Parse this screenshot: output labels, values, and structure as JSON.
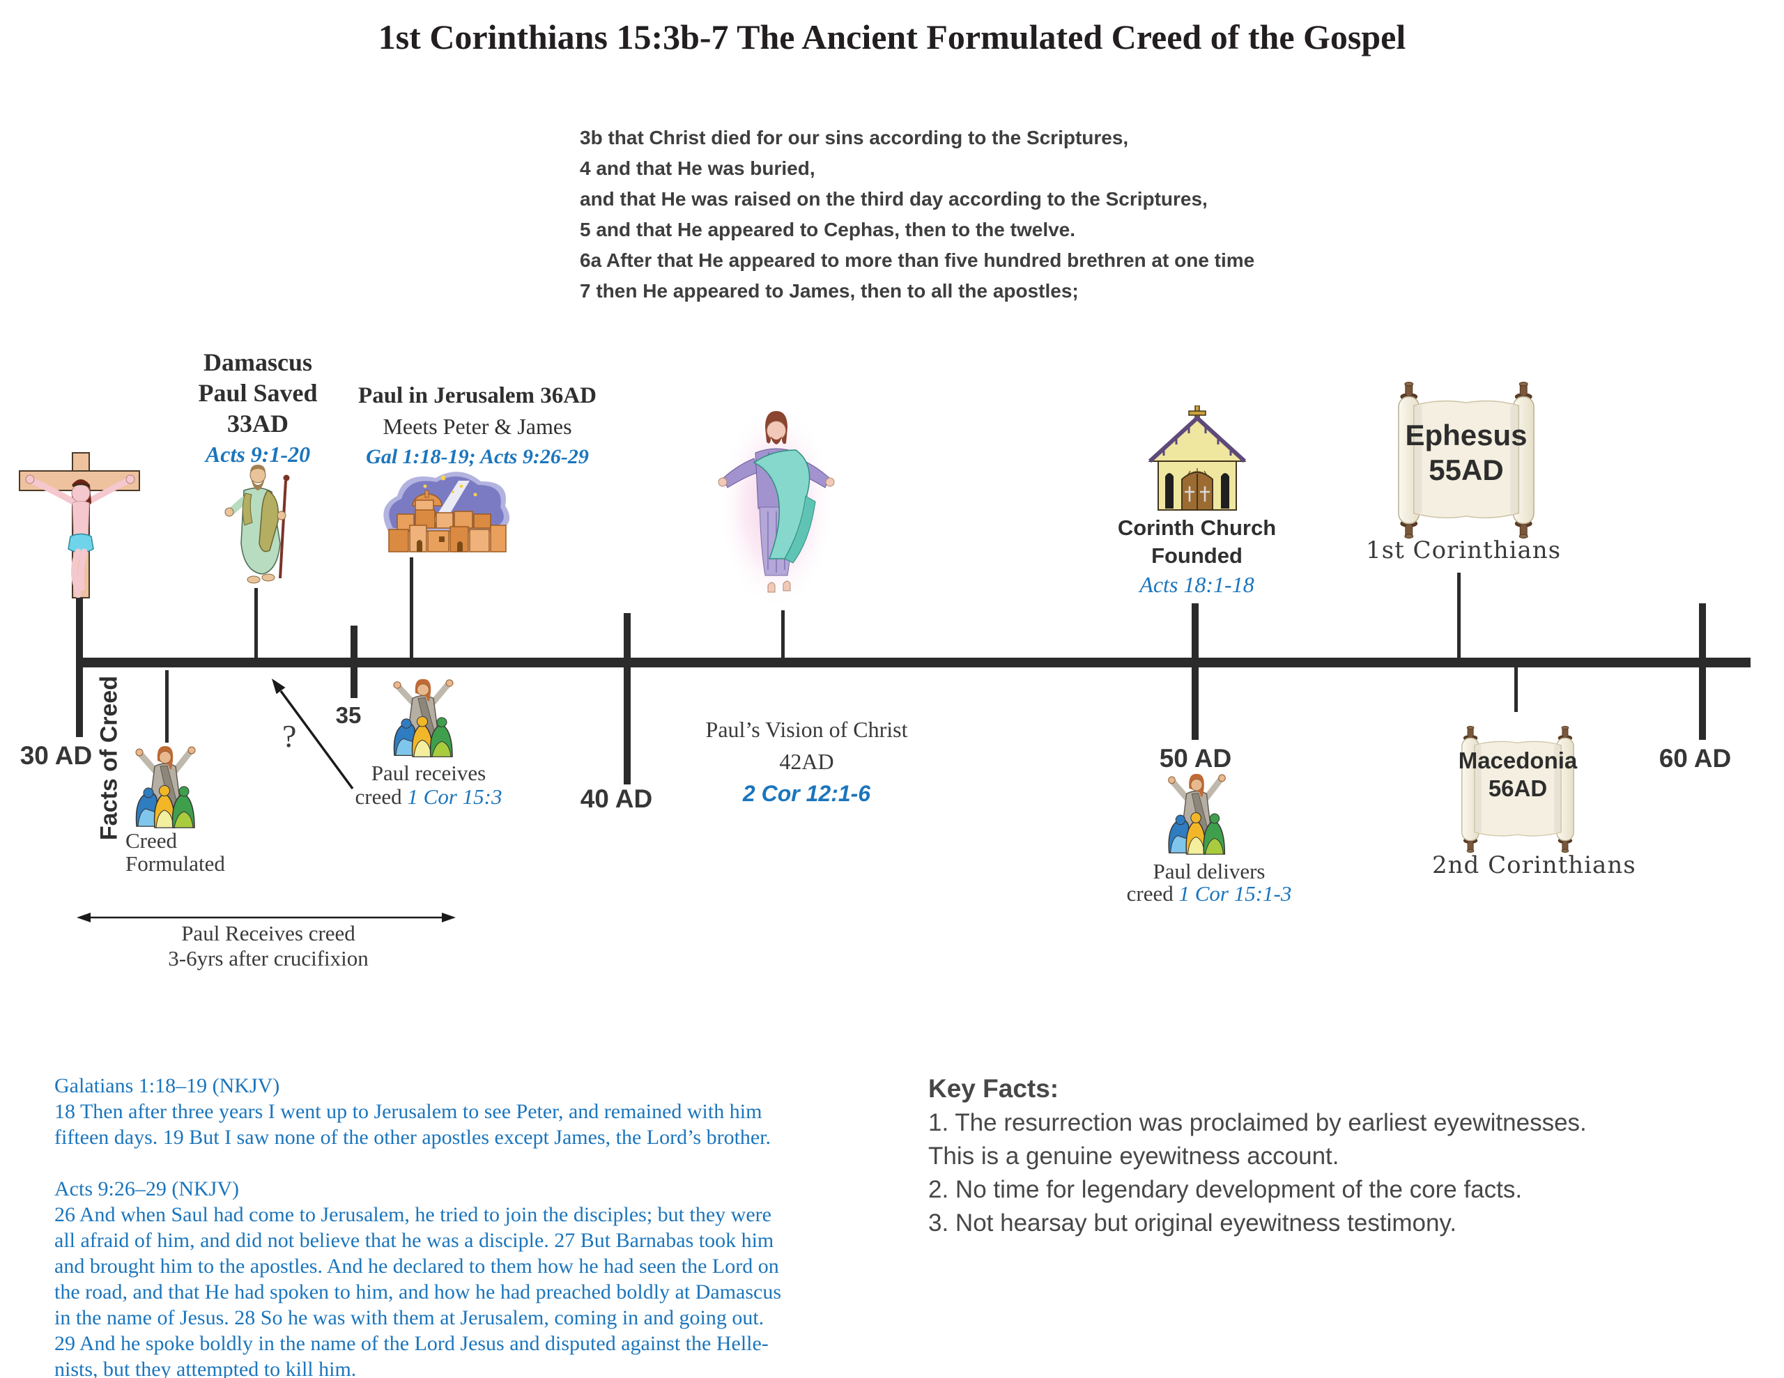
{
  "title": "1st Corinthians 15:3b-7 The Ancient Formulated Creed of the Gospel",
  "creed": {
    "lines": [
      "3b that Christ died for our sins according to the Scriptures,",
      "4 and that He was buried,",
      "and that He was raised on the third day according to the Scriptures,",
      "5 and that He appeared to Cephas, then to the twelve.",
      "6a After that He appeared to more than five hundred brethren at one time",
      "7 then He appeared to James, then to all the apostles;"
    ]
  },
  "timeline": {
    "tick_labels": [
      "30 AD",
      "35",
      "40 AD",
      "50 AD",
      "60 AD"
    ],
    "facts_of_creed": "Facts of Creed",
    "question_mark": "?",
    "span_note": {
      "line1": "Paul Receives creed",
      "line2": "3-6yrs after crucifixion"
    }
  },
  "events": {
    "damascus": {
      "place": "Damascus",
      "event": "Paul Saved",
      "year": "33AD",
      "ref": "Acts 9:1-20"
    },
    "jerusalem": {
      "title": "Paul in Jerusalem 36AD",
      "subtitle": "Meets Peter & James",
      "ref": "Gal 1:18-19; Acts 9:26-29"
    },
    "creed_formulated": {
      "line1": "Creed",
      "line2": "Formulated"
    },
    "paul_receives": {
      "line1": "Paul receives",
      "line2_label": "creed",
      "line2_ref": "1 Cor 15:3"
    },
    "vision": {
      "title": "Paul’s Vision of Christ",
      "year": "42AD",
      "ref": "2 Cor 12:1-6"
    },
    "corinth": {
      "line1": "Corinth Church",
      "line2": "Founded",
      "ref": "Acts 18:1-18"
    },
    "paul_delivers": {
      "line1": "Paul delivers",
      "line2_label": "creed",
      "line2_ref": "1 Cor 15:1-3"
    },
    "ephesus": {
      "place": "Ephesus",
      "year": "55AD",
      "caption": "1st Corinthians"
    },
    "macedonia": {
      "place": "Macedonia",
      "year": "56AD",
      "caption": "2nd Corinthians"
    }
  },
  "quotes": {
    "galatians": {
      "heading": "Galatians 1:18–19 (NKJV)",
      "lines": [
        "18 Then after three years I went up to Jerusalem to see Peter, and remained with him",
        "fifteen days. 19 But I saw none of the other apostles except James, the Lord’s brother."
      ]
    },
    "acts": {
      "heading": "Acts 9:26–29 (NKJV)",
      "lines": [
        "26 And when Saul had come to Jerusalem, he tried to join the disciples; but they were",
        "all afraid of him, and did not believe that he was a disciple. 27 But Barnabas took him",
        "and brought him to the apostles. And he declared to them how he had seen the Lord on",
        "the road, and that He had spoken to him, and how he had preached boldly at Damascus",
        "in the name of Jesus. 28 So he was with them at Jerusalem, coming in and going out.",
        "29 And he spoke boldly in the name of the Lord Jesus and disputed against the Helle-",
        "nists,  but they attempted to kill him."
      ]
    }
  },
  "key_facts": {
    "heading": "Key Facts:",
    "lines": [
      "1. The resurrection was proclaimed by earliest eyewitnesses.",
      "This is a genuine eyewitness account.",
      "2. No time for legendary development of the core facts.",
      "3. Not hearsay but original eyewitness testimony."
    ]
  },
  "colors": {
    "reference_blue": "#1b75bc",
    "ink": "#2f2f2f",
    "timeline_dark": "#2b2b2b",
    "keyfacts_gray": "#474747"
  }
}
